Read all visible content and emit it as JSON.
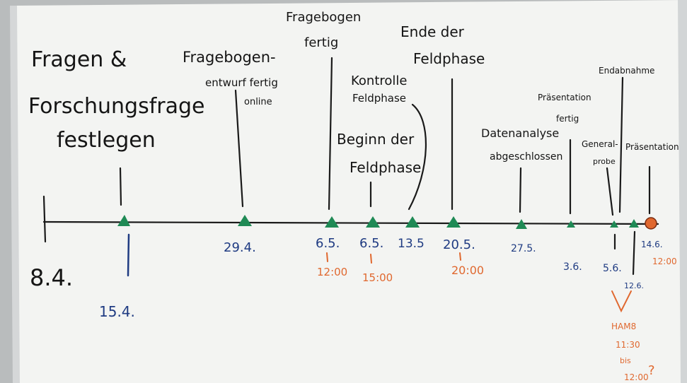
{
  "labels": {
    "title_line1": "Fragen &",
    "title_line2": "Forschungsfrage",
    "title_line3": "festlegen",
    "fb_entwurf_1": "Fragebogen-",
    "fb_entwurf_2": "entwurf fertig",
    "fb_entwurf_3": "online",
    "fb_fertig_1": "Fragebogen",
    "fb_fertig_2": "fertig",
    "kontrolle_1": "Kontrolle",
    "kontrolle_2": "Feldphase",
    "ende_1": "Ende der",
    "ende_2": "Feldphase",
    "beginn_1": "Beginn der",
    "beginn_2": "Feldphase",
    "datenanalyse_1": "Datenanalyse",
    "datenanalyse_2": "abgeschlossen",
    "praesentation_fertig_1": "Präsentation",
    "praesentation_fertig_2": "fertig",
    "generalprobe_1": "General-",
    "generalprobe_2": "probe",
    "endabnahme": "Endabnahme",
    "praesentation": "Präsentation"
  },
  "dates": {
    "d8_4": "8.4.",
    "d15_4": "15.4.",
    "d29_4": "29.4.",
    "d6_5a": "6.5.",
    "d6_5b": "6.5.",
    "d13_5": "13.5",
    "d20_5": "20.5.",
    "d27_5": "27.5.",
    "d3_6": "3.6.",
    "d5_6": "5.6.",
    "d12_6": "12.6.",
    "d14_6": "14.6."
  },
  "times": {
    "t1200": "12:00",
    "t1500": "15:00",
    "t2000": "20:00",
    "t1200b": "12:00",
    "hamb": "HAM8",
    "t1130": "11:30",
    "bis": "bis",
    "t1200c": "12:00",
    "q": "?"
  },
  "colors": {
    "board": "#f3f4f2",
    "frame": "#b9bcbd",
    "ink": "#151515",
    "blue": "#1f3b82",
    "orange": "#e0682f",
    "green": "#1f8a55"
  }
}
